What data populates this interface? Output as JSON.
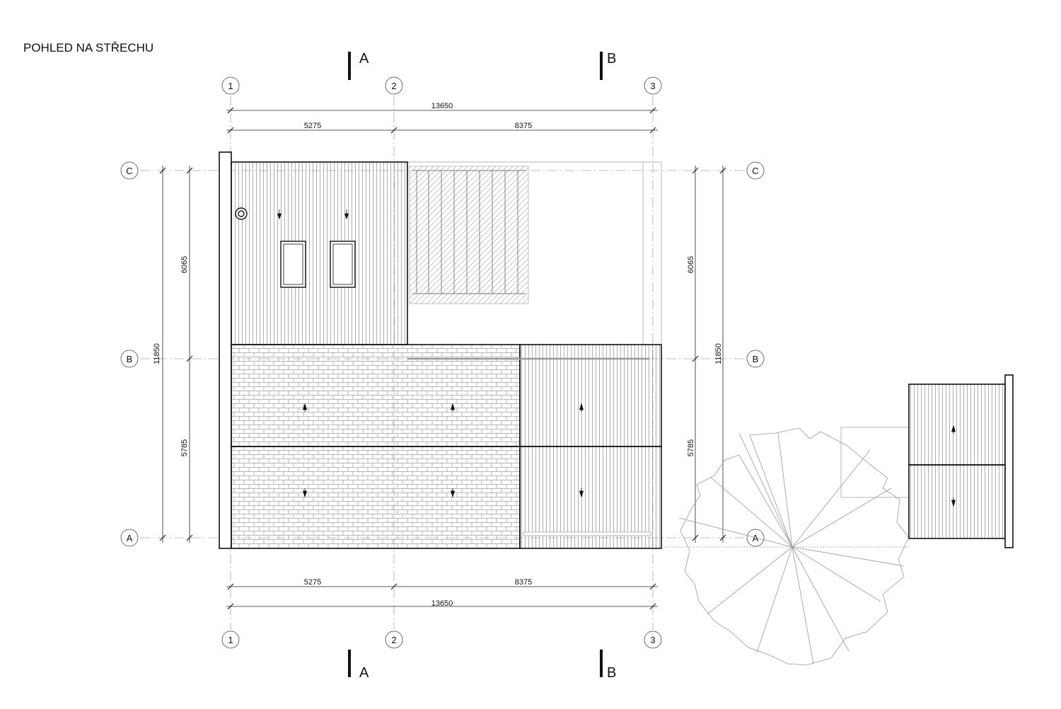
{
  "title": "POHLED NA STŘECHU",
  "grid": {
    "cols": [
      "1",
      "2",
      "3"
    ],
    "rows": [
      "C",
      "B",
      "A"
    ]
  },
  "sections": [
    "A",
    "B"
  ],
  "dimensions": {
    "total_x": "13650",
    "x_1_2": "5275",
    "x_2_3": "8375",
    "total_y": "11850",
    "y_c_b": "6065",
    "y_b_a": "5785"
  }
}
